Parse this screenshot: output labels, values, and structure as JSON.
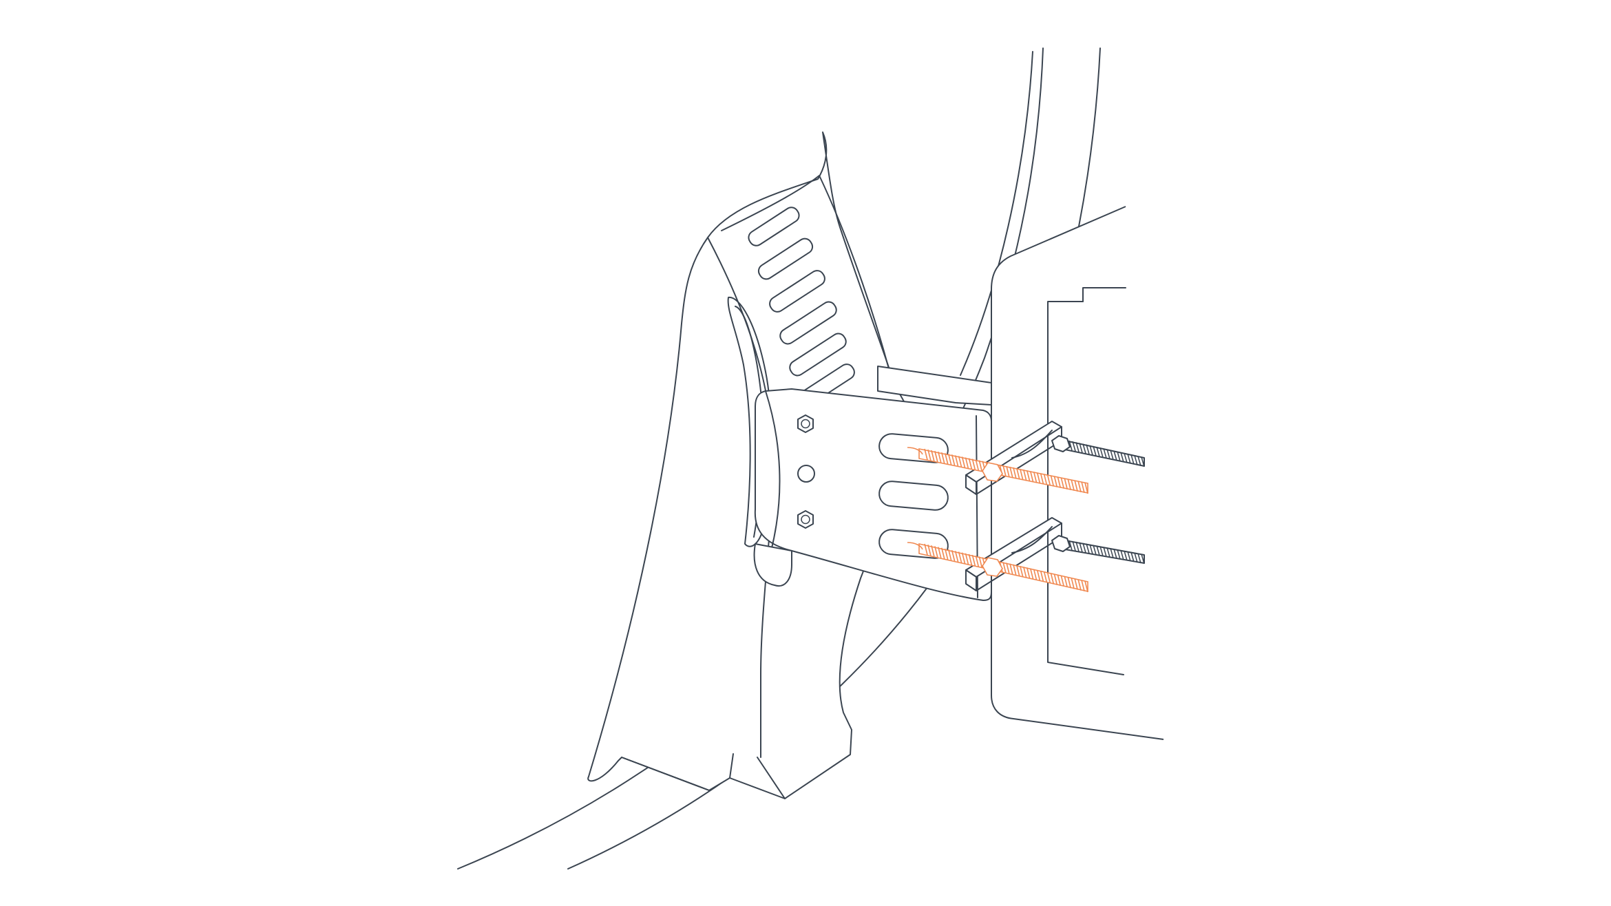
{
  "figure": {
    "type": "installation-illustration",
    "subject": "antenna-pole-mount-bracket",
    "colors": {
      "line": "#3a4450",
      "highlight": "#f08850",
      "background": "#ffffff"
    },
    "highlighted_parts": [
      "upper-threaded-rod",
      "lower-threaded-rod"
    ],
    "callout_text": []
  }
}
